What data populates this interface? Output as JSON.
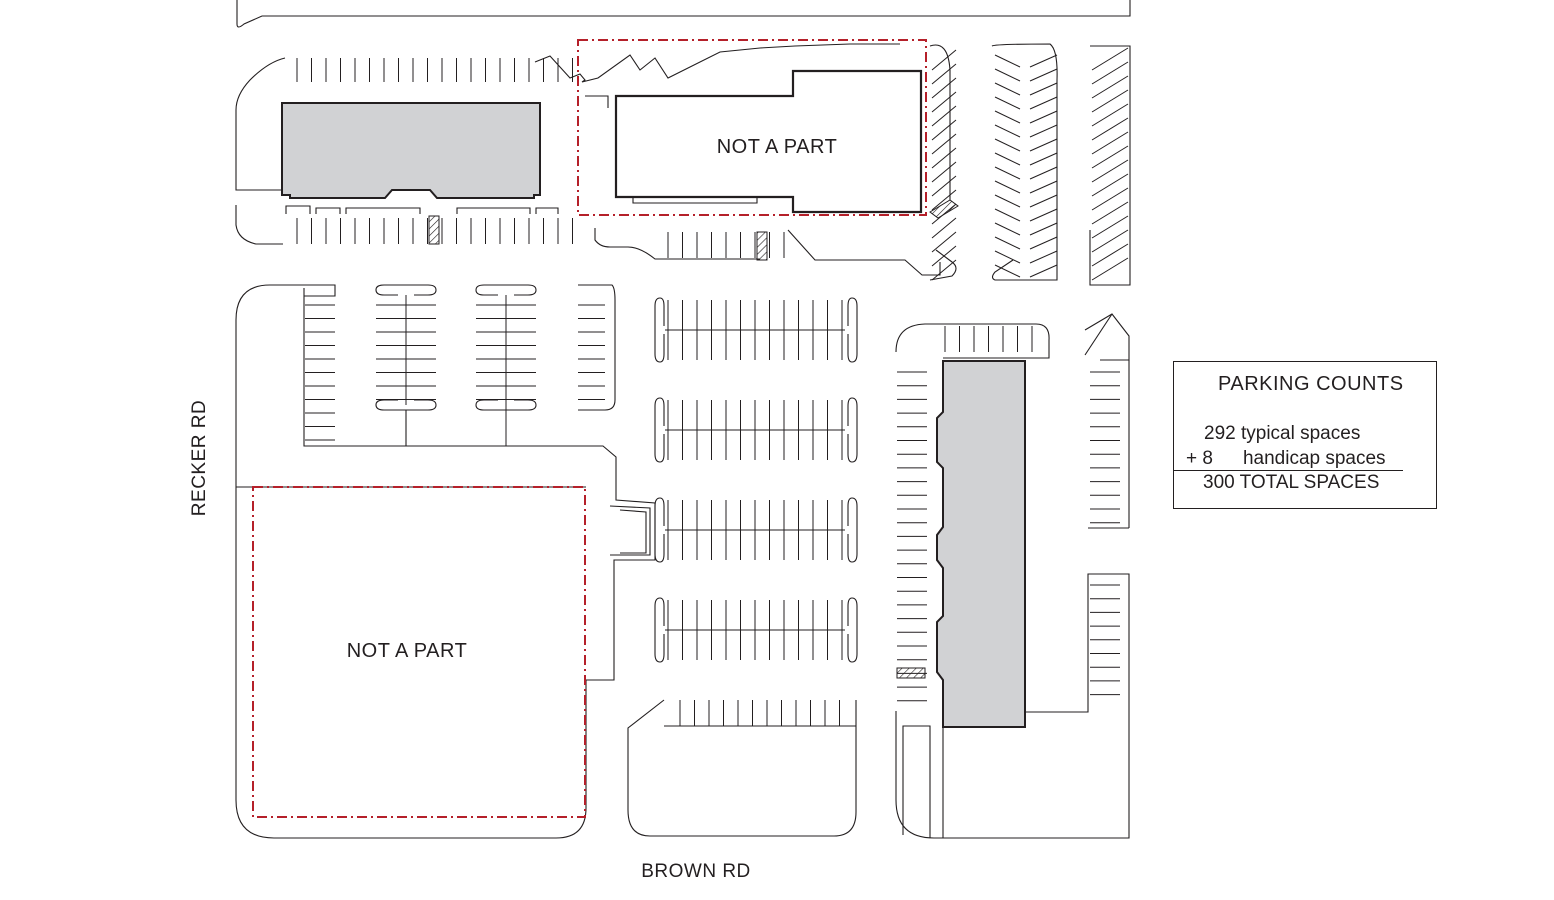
{
  "labels": {
    "street_west": "RECKER RD",
    "street_south": "BROWN RD",
    "npa_north": "NOT A PART",
    "npa_southwest": "NOT A PART"
  },
  "legend": {
    "title": "PARKING COUNTS",
    "typical_count": "292",
    "typical_label": "typical spaces",
    "handicap_prefix": "+ 8",
    "handicap_label": "handicap spaces",
    "total": "300 TOTAL SPACES"
  },
  "colors": {
    "line": "#231f20",
    "building_fill": "#d1d2d4",
    "not_a_part_boundary": "#b5202a"
  }
}
